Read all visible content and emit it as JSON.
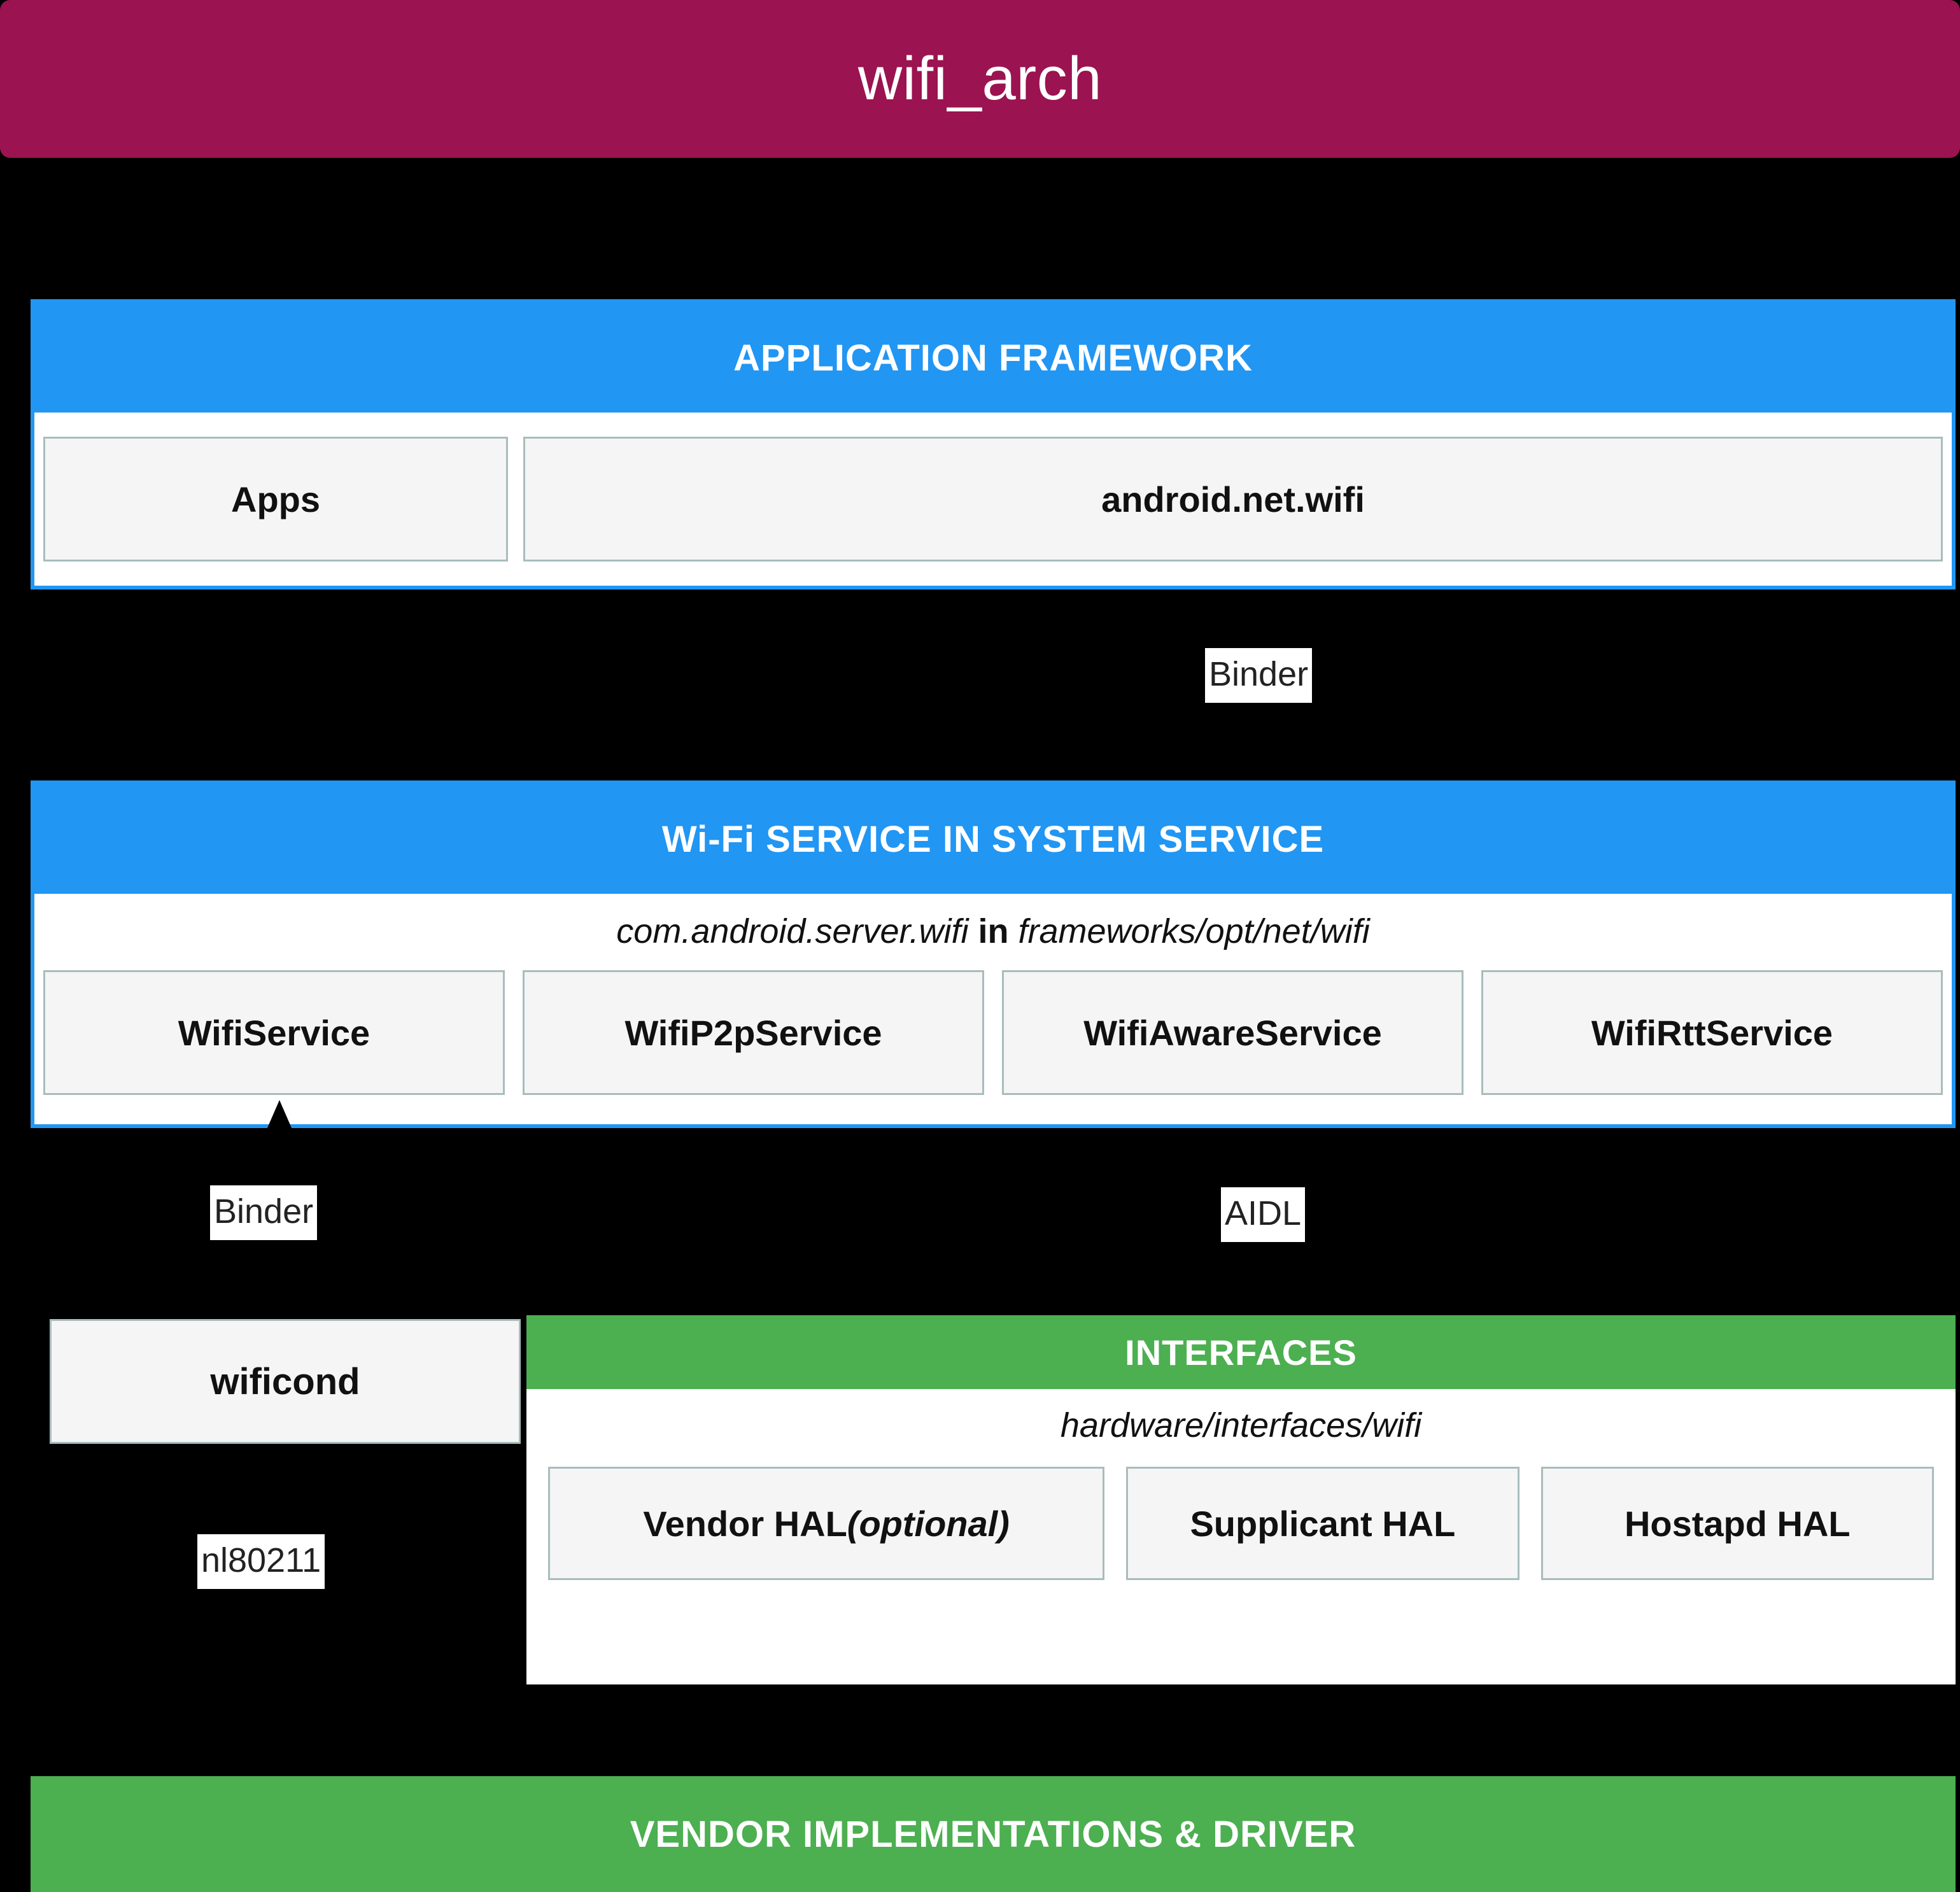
{
  "window": {
    "title": "wifi_arch",
    "title_bar_color": "#9B1350",
    "background_color": "#000000"
  },
  "palette": {
    "blue": "#2196F3",
    "green": "#4CAF50",
    "node_fill": "#F5F5F5",
    "node_border": "#A9BCBC",
    "panel_fill": "#FFFFFF",
    "text_dark": "#111111",
    "text_light": "#FFFFFF"
  },
  "layers": [
    {
      "id": "application-framework",
      "band_label": "APPLICATION FRAMEWORK",
      "band_color": "#2196F3",
      "nodes": [
        {
          "label": "Apps"
        },
        {
          "label": "android.net.wifi"
        }
      ]
    },
    {
      "id": "wifi-service-system-service",
      "band_label": "Wi-Fi SERVICE IN SYSTEM SERVICE",
      "band_color": "#2196F3",
      "package_italic": "com.android.server.wifi",
      "package_joiner": "in",
      "package_path": "frameworks/opt/net/wifi",
      "nodes": [
        {
          "label": "WifiService"
        },
        {
          "label": "WifiP2pService"
        },
        {
          "label": "WifiAwareService"
        },
        {
          "label": "WifiRttService"
        }
      ]
    },
    {
      "id": "interfaces",
      "band_label": "INTERFACES",
      "band_color": "#4CAF50",
      "package_path": "hardware/interfaces/wifi",
      "nodes": [
        {
          "label": "Vendor HAL ",
          "optional_suffix": "(optional)"
        },
        {
          "label": "Supplicant HAL"
        },
        {
          "label": "Hostapd HAL"
        }
      ]
    },
    {
      "id": "vendor-implementations-driver",
      "band_label": "VENDOR IMPLEMENTATIONS & DRIVER",
      "band_color": "#4CAF50",
      "nodes": []
    }
  ],
  "standalone_nodes": [
    {
      "id": "wificond",
      "label": "wificond"
    }
  ],
  "edge_labels": [
    {
      "id": "binder-framework-to-service",
      "label": "Binder"
    },
    {
      "id": "binder-service-to-wificond",
      "label": "Binder"
    },
    {
      "id": "aidl-service-to-interfaces",
      "label": "AIDL"
    },
    {
      "id": "nl80211-wificond-to-driver",
      "label": "nl80211"
    }
  ]
}
